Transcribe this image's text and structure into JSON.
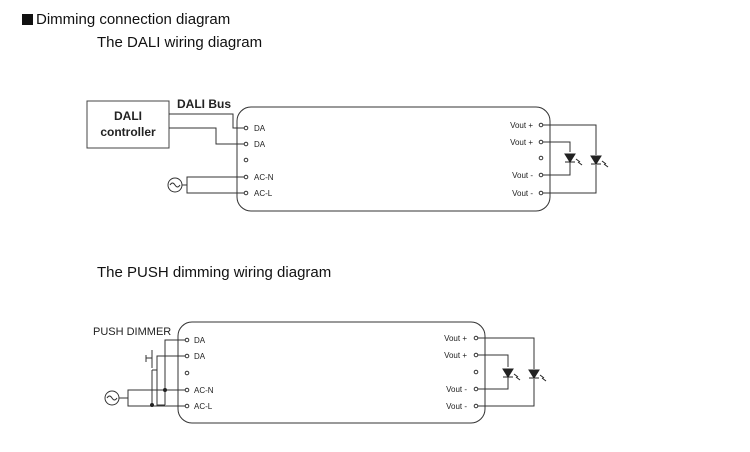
{
  "heading": "Dimming connection diagram",
  "dali": {
    "subtitle": "The DALI wiring diagram",
    "controller_line1": "DALI",
    "controller_line2": "controller",
    "bus_label": "DALI Bus",
    "in_pins": [
      "DA",
      "DA",
      "",
      "AC-N",
      "AC-L"
    ],
    "out_pins": [
      "Vout +",
      "Vout +",
      "",
      "Vout -",
      "Vout -"
    ]
  },
  "push": {
    "subtitle": "The PUSH dimming wiring diagram",
    "dimmer_label": "PUSH DIMMER",
    "in_pins": [
      "DA",
      "DA",
      "",
      "AC-N",
      "AC-L"
    ],
    "out_pins": [
      "Vout +",
      "Vout +",
      "",
      "Vout -",
      "Vout -"
    ]
  }
}
